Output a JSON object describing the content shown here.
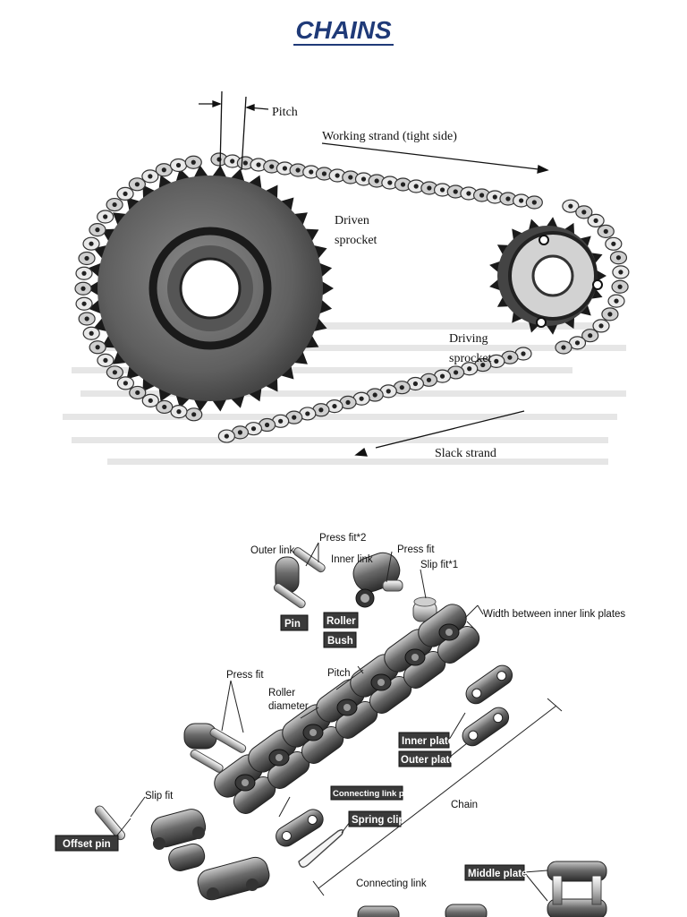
{
  "title": "CHAINS",
  "drive_diagram": {
    "pitch": "Pitch",
    "working_strand": "Working strand (tight side)",
    "driven_sprocket_1": "Driven",
    "driven_sprocket_2": "sprocket",
    "driving_sprocket_1": "Driving",
    "driving_sprocket_2": "sprocket",
    "slack_strand": "Slack strand"
  },
  "parts_diagram": {
    "press_fit_2": "Press fit*2",
    "outer_link": "Outer link",
    "inner_link": "Inner link",
    "press_fit_top": "Press fit",
    "slip_fit_1": "Slip fit*1",
    "pin": "Pin",
    "roller": "Roller",
    "bush": "Bush",
    "width_between": "Width between inner link plates",
    "press_fit_left": "Press fit",
    "pitch": "Pitch",
    "roller_diameter_1": "Roller",
    "roller_diameter_2": "diameter",
    "inner_plate": "Inner plate",
    "outer_plate": "Outer plate",
    "slip_fit": "Slip fit",
    "connecting_link_plate": "Connecting link plate",
    "spring_clip": "Spring clip",
    "chain": "Chain",
    "offset_pin": "Offset pin",
    "connecting_link": "Connecting link",
    "middle_plate": "Middle plate"
  }
}
